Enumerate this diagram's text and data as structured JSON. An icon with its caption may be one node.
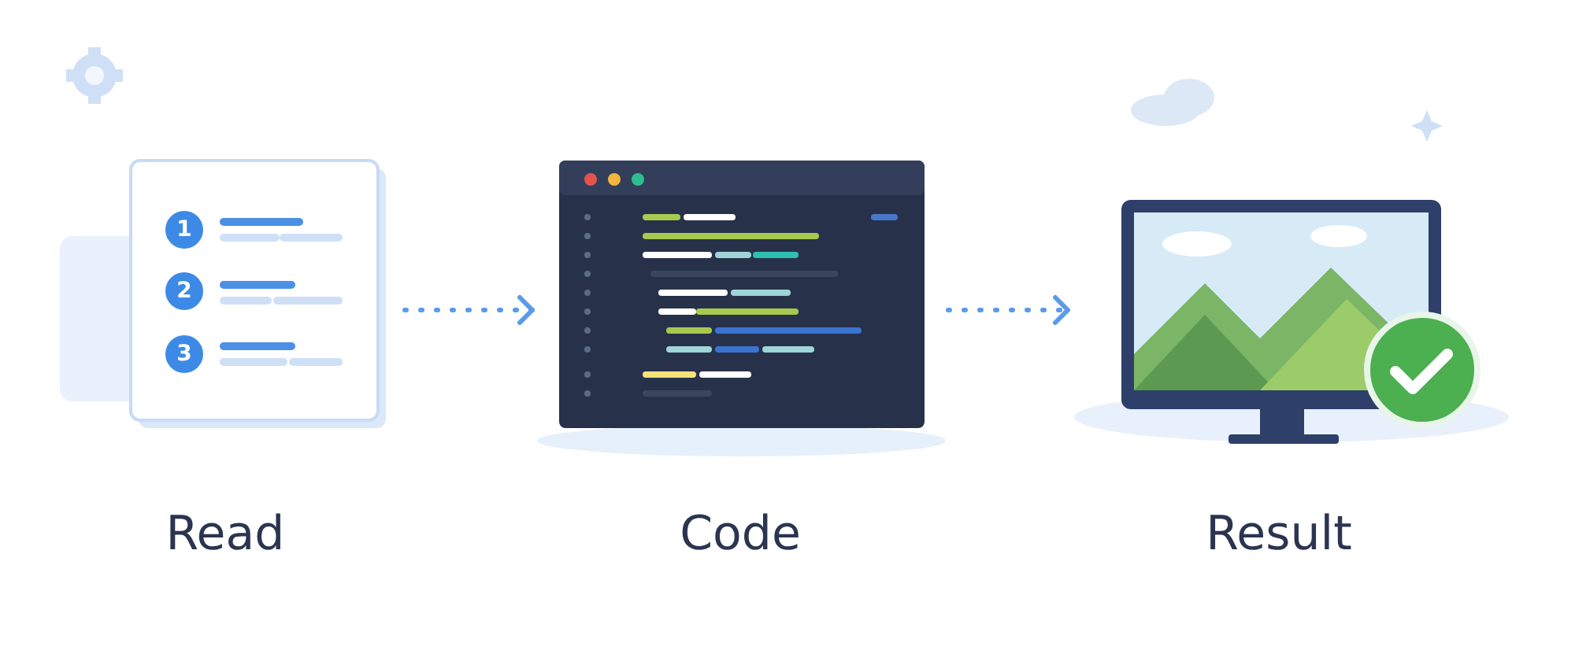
{
  "diagram": {
    "nodes": [
      {
        "text": [
          "Read"
        ]
      },
      {
        "text": [
          "Code"
        ]
      },
      {
        "text": [
          "Result"
        ]
      }
    ],
    "edges": [
      {
        "from": 0,
        "to": 1,
        "arrow": "to",
        "style": "dashed"
      },
      {
        "from": 1,
        "to": 2,
        "arrow": "to",
        "style": "dashed"
      }
    ],
    "labels": [
      "1",
      "2",
      "3"
    ]
  }
}
